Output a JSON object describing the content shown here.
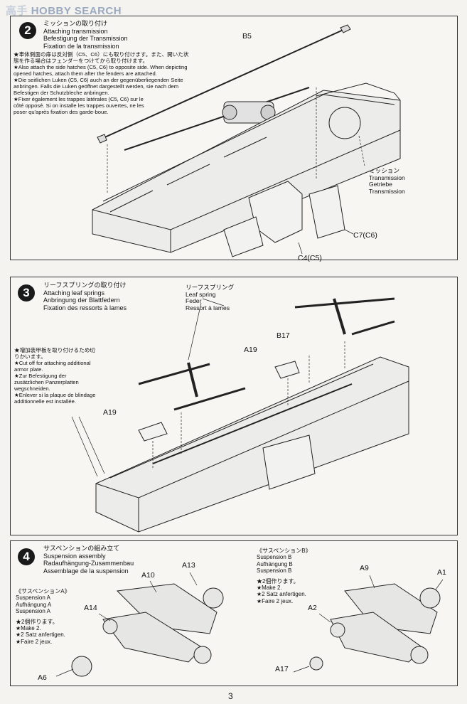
{
  "watermark": {
    "cn": "高手",
    "en": "HOBBY SEARCH"
  },
  "step2": {
    "number": "2",
    "title": [
      "ミッションの取り付け",
      "Attaching transmission",
      "Befestigung der Transmission",
      "Fixation de la transmission"
    ],
    "note": [
      "★車体側面の扉は反対側（C5、C6）にも取り付けます。また、開いた状態を作る場合はフェンダーをつけてから取り付けます。",
      "★Also attach the side hatches (C5, C6) to opposite side. When depicting opened hatches, attach them after the fenders are attached.",
      "★Die seitlichen Luken (C5, C6) auch an der gegenüberliegenden Seite anbringen. Falls die Luken geöffnet dargestellt werden, sie nach dem Befestigen der Schutzbleche anbringen.",
      "★Fixer également les trappes latérales (C5, C6) sur le côté opposé. Si on installe les trappes ouvertes, ne les poser qu'après fixation des garde-boue."
    ],
    "labels": {
      "b5": "B5",
      "c7c6": "C7(C6)",
      "c4c5": "C4(C5)"
    },
    "transmission_label": [
      "ミッション",
      "Transmission",
      "Getriebe",
      "Transmission"
    ]
  },
  "step3": {
    "number": "3",
    "title": [
      "リーフスプリングの取り付け",
      "Attaching leaf springs",
      "Anbringung der Blattfedern",
      "Fixation des ressorts à lames"
    ],
    "note": [
      "★増加装甲板を取り付けるため切りかいます。",
      "★Cut off for attaching additional armor plate.",
      "★Zur Befestigung der zusätzlichen Panzerplatten wegschneiden.",
      "★Enlever si la plaque de blindage additionnelle est installée."
    ],
    "leaf_label": [
      "リーフスプリング",
      "Leaf spring",
      "Feder",
      "Ressort à lames"
    ],
    "labels": {
      "b17": "B17",
      "a19a": "A19",
      "a19b": "A19"
    }
  },
  "step4": {
    "number": "4",
    "title": [
      "サスペンションの組み立て",
      "Suspension assembly",
      "Radaufhängung-Zusammenbau",
      "Assemblage de la suspension"
    ],
    "susp_a": {
      "head": "《サスペンションA》",
      "lines": [
        "Suspension A",
        "Aufhängung A",
        "Suspension A"
      ],
      "make": [
        "★2個作ります。",
        "★Make 2.",
        "★2 Satz anfertigen.",
        "★Faire 2 jeux."
      ]
    },
    "susp_b": {
      "head": "《サスペンションB》",
      "lines": [
        "Suspension B",
        "Aufhängung B",
        "Suspension B"
      ],
      "make": [
        "★2個作ります。",
        "★Make 2.",
        "★2 Satz anfertigen.",
        "★Faire 2 jeux."
      ]
    },
    "labels": {
      "a10": "A10",
      "a13": "A13",
      "a14": "A14",
      "a6": "A6",
      "a9": "A9",
      "a1": "A1",
      "a2": "A2",
      "a17": "A17"
    }
  },
  "page_number": "3"
}
